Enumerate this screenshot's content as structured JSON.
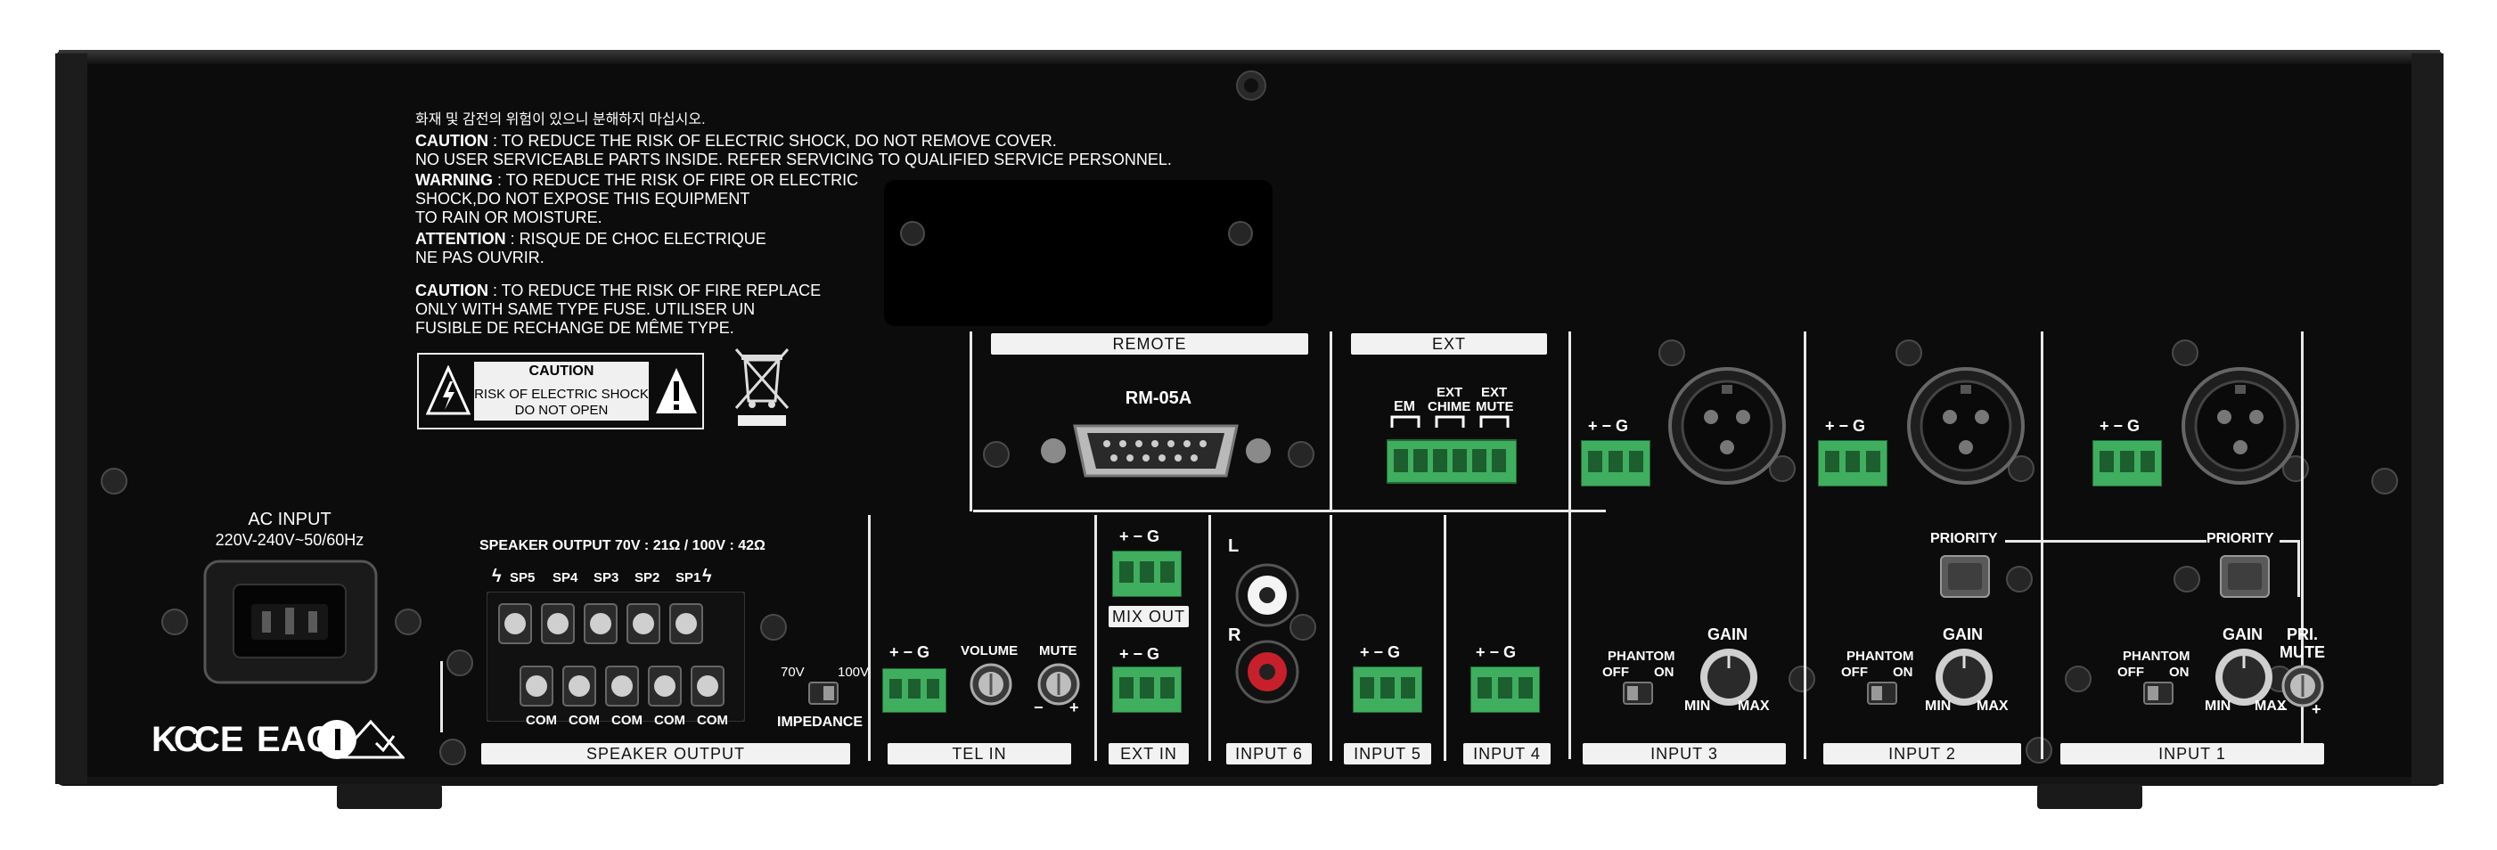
{
  "colors": {
    "chassis": "#121212",
    "panel": "#0a0a0a",
    "silk": "#f2f2f2",
    "terminal_green": "#3fae5f",
    "background": "#ffffff"
  },
  "warnings": {
    "korean": "화재 및 감전의 위험이 있으니 분해하지 마십시오.",
    "caution1_label": "CAUTION",
    "caution1_line1": " : TO REDUCE THE RISK OF ELECTRIC SHOCK, DO NOT REMOVE COVER.",
    "caution1_line2": "NO USER SERVICEABLE PARTS INSIDE. REFER SERVICING TO QUALIFIED SERVICE PERSONNEL.",
    "warning_label": "WARNING",
    "warning_line1": " : TO REDUCE THE RISK OF FIRE OR ELECTRIC",
    "warning_line2": "SHOCK,DO NOT EXPOSE THIS EQUIPMENT",
    "warning_line3": "TO RAIN OR MOISTURE.",
    "attention_label": "ATTENTION",
    "attention_line1": " : RISQUE DE CHOC ELECTRIQUE",
    "attention_line2": "NE PAS OUVRIR.",
    "caution2_label": "CAUTION",
    "caution2_line1": " : TO REDUCE THE RISK OF FIRE REPLACE",
    "caution2_line2": "ONLY WITH SAME TYPE FUSE. UTILISER UN",
    "caution2_line3": "FUSIBLE DE RECHANGE DE MÊME TYPE."
  },
  "caution_box": {
    "title": "CAUTION",
    "line1": "RISK OF ELECTRIC SHOCK",
    "line2": "DO NOT OPEN"
  },
  "ac_input": {
    "title": "AC INPUT",
    "spec": "220V-240V~50/60Hz"
  },
  "certifications": [
    "KC",
    "CE",
    "EAC"
  ],
  "speaker": {
    "header": "SPEAKER OUTPUT  70V : 21Ω / 100V : 42Ω",
    "taps": [
      "SP5",
      "SP4",
      "SP3",
      "SP2",
      "SP1"
    ],
    "com": "COM",
    "label": "SPEAKER OUTPUT",
    "impedance_70": "70V",
    "impedance_100": "100V",
    "impedance_label": "IMPEDANCE"
  },
  "tel_in": {
    "pins": "+ − G",
    "volume": "VOLUME",
    "mute": "MUTE",
    "minus": "−",
    "plus": "+",
    "label": "TEL IN"
  },
  "remote": {
    "label": "REMOTE",
    "model": "RM-05A"
  },
  "ext": {
    "label": "EXT",
    "em": "EM",
    "chime_top": "EXT",
    "chime_bottom": "CHIME",
    "mute_top": "EXT",
    "mute_bottom": "MUTE"
  },
  "mix_out": {
    "pins": "+ − G",
    "label": "MIX OUT"
  },
  "ext_in": {
    "pins": "+ − G",
    "label": "EXT IN"
  },
  "input6": {
    "l": "L",
    "r": "R",
    "label": "INPUT 6"
  },
  "input5": {
    "pins": "+ − G",
    "label": "INPUT 5"
  },
  "input4": {
    "pins": "+ − G",
    "label": "INPUT 4"
  },
  "input3": {
    "pins": "+ − G",
    "phantom": "PHANTOM",
    "off": "OFF",
    "on": "ON",
    "gain": "GAIN",
    "min": "MIN",
    "max": "MAX",
    "label": "INPUT 3"
  },
  "input2": {
    "pins": "+ − G",
    "phantom": "PHANTOM",
    "off": "OFF",
    "on": "ON",
    "gain": "GAIN",
    "min": "MIN",
    "max": "MAX",
    "label": "INPUT 2",
    "priority": "PRIORITY"
  },
  "input1": {
    "pins": "+ − G",
    "phantom": "PHANTOM",
    "off": "OFF",
    "on": "ON",
    "gain": "GAIN",
    "min": "MIN",
    "max": "MAX",
    "label": "INPUT 1",
    "priority": "PRIORITY",
    "pri_top": "PRI.",
    "pri_bottom": "MUTE",
    "minus": "−",
    "plus": "+"
  }
}
